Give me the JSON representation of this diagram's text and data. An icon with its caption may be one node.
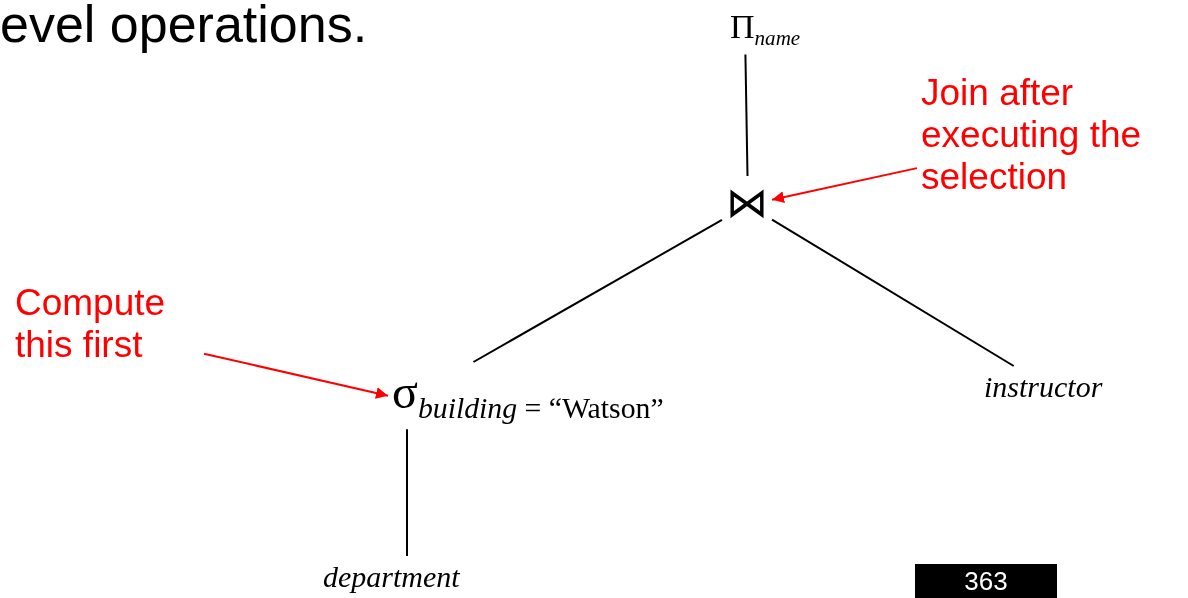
{
  "diagram": {
    "nodes": [
      {
        "text": [
          "Π$_{name}$"
        ]
      },
      {
        "text": [
          "⋈"
        ]
      },
      {
        "text": [
          "σ$_{building}$$_{ = “Watson”}$"
        ]
      },
      {
        "text": [
          "instructor"
        ]
      },
      {
        "text": [
          "department"
        ]
      },
      {
        "text": [
          "Join after executing the selection"
        ]
      },
      {
        "text": [
          "Compute this first"
        ]
      }
    ],
    "edges": [
      {
        "from": 0,
        "to": 1,
        "arrow": "none"
      },
      {
        "from": 1,
        "to": 2,
        "arrow": "none"
      },
      {
        "from": 1,
        "to": 3,
        "arrow": "none"
      },
      {
        "from": 2,
        "to": 4,
        "arrow": "none"
      },
      {
        "from": 5,
        "to": 1,
        "arrow": "to",
        "color": "#ff0000"
      },
      {
        "from": 6,
        "to": 2,
        "arrow": "to",
        "color": "#ff0000"
      }
    ],
    "labels": [
      "evel operations.",
      "363"
    ]
  }
}
